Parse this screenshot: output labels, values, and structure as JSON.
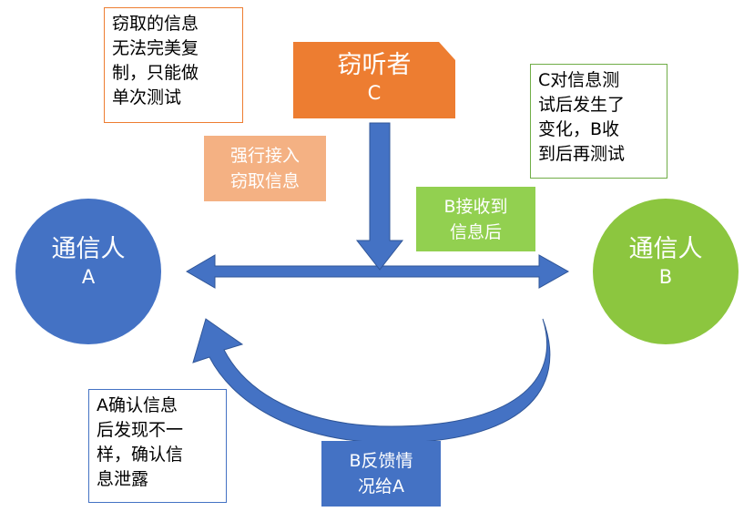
{
  "colors": {
    "blue": "#4472c4",
    "green": "#8cc63f",
    "orange": "#ed7d31",
    "light_orange": "#f4b183",
    "light_green": "#92d050",
    "arrow_blue": "#4472c4",
    "text_dark": "#000000"
  },
  "party_a": {
    "title": "通信人",
    "letter": "A"
  },
  "party_b": {
    "title": "通信人",
    "letter": "B"
  },
  "eavesdropper": {
    "title": "窃听者",
    "letter": "C"
  },
  "notes": {
    "stolen_info": "窃取的信息\n无法完美复\n制，只能做\n单次测试",
    "c_test": "C对信息测\n试后发生了\n变化，B收\n到后再测试",
    "a_confirm": "A确认信息\n后发现不一\n样，确认信\n息泄露"
  },
  "tags": {
    "force_intercept": "强行接入\n窃取信息",
    "b_received": "B接收到\n信息后",
    "b_feedback": "B反馈情\n况给A"
  }
}
